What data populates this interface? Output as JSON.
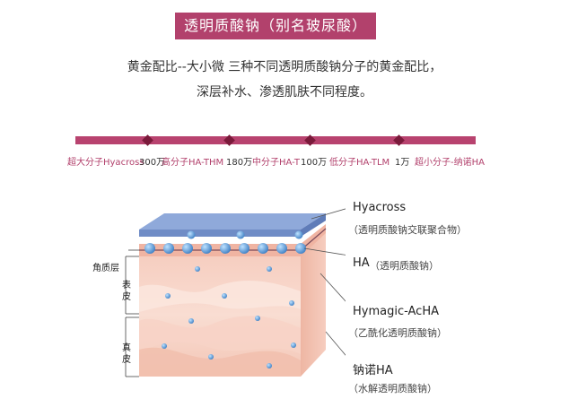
{
  "title": "透明质酸钠（别名玻尿酸）",
  "intro": {
    "line1": "黄金配比--大小微 三种不同透明质酸钠分子的黄金配比，",
    "line2": "深层补水、渗透肌肤不同程度。"
  },
  "scale": {
    "labels": [
      {
        "text": "超大分子Hyacross",
        "tone": "pink"
      },
      {
        "text": "300万",
        "tone": "dark"
      },
      {
        "text": "高分子HA-THM",
        "tone": "pink"
      },
      {
        "text": "180万",
        "tone": "dark"
      },
      {
        "text": "中分子HA-T",
        "tone": "pink"
      },
      {
        "text": "100万",
        "tone": "dark"
      },
      {
        "text": "低分子HA-TLM",
        "tone": "pink"
      },
      {
        "text": "1万",
        "tone": "dark"
      },
      {
        "text": "超小分子-纳诺HA",
        "tone": "pink"
      }
    ]
  },
  "diagram": {
    "layer_labels": {
      "stratum_corneum": "角质层",
      "epidermis": "表皮",
      "dermis": "真皮"
    },
    "legend": [
      {
        "name": "Hyacross",
        "desc": "（透明质酸钠交联聚合物）"
      },
      {
        "name": "HA",
        "desc": "（透明质酸钠）"
      },
      {
        "name": "Hymagic-AcHA",
        "desc": "（乙酰化透明质酸钠）"
      },
      {
        "name": "钠诺HA",
        "desc": "（水解透明质酸钠）"
      }
    ]
  },
  "colors": {
    "accent": "#b2416c",
    "diamond": "#7a1a3b",
    "membrane": "#7f9bd0",
    "molecule": "#4f8fd0"
  }
}
